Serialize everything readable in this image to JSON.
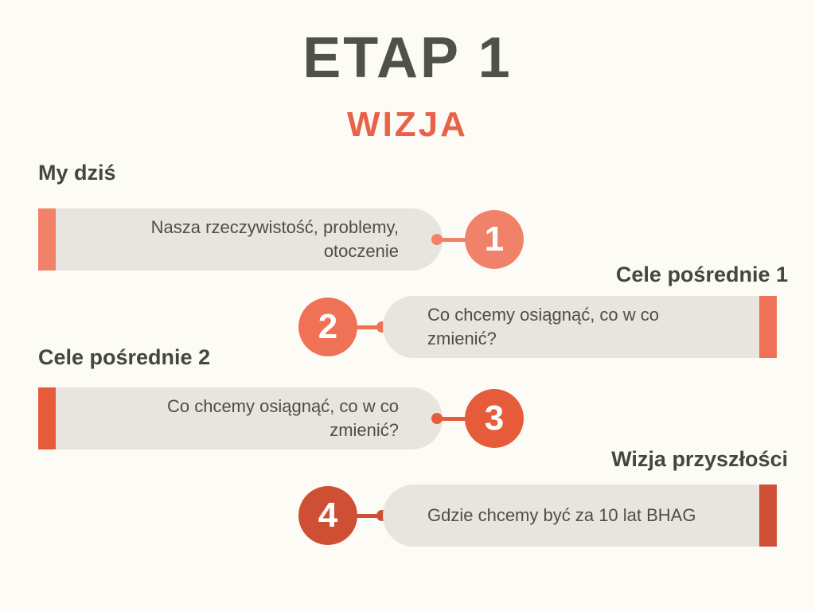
{
  "title": "ETAP 1",
  "subtitle": "WIZJA",
  "colors": {
    "background": "#FDFBF6",
    "title_text": "#50524A",
    "subtitle_text": "#E96248",
    "label_text": "#44473F",
    "bar_background": "#E8E4E0",
    "bar_text": "#4C4F45",
    "number_text": "#FFFFFF"
  },
  "steps": [
    {
      "number": "1",
      "label": "My dziś",
      "text": "Nasza rzeczywistość, problemy, otoczenie",
      "side": "left",
      "accent": "#F1826A"
    },
    {
      "number": "2",
      "label": "Cele pośrednie 1",
      "text": "Co chcemy osiągnąć, co w co zmienić?",
      "side": "right",
      "accent": "#EF7257"
    },
    {
      "number": "3",
      "label": "Cele pośrednie 2",
      "text": "Co chcemy osiągnąć, co w co zmienić?",
      "side": "left",
      "accent": "#E65C3B"
    },
    {
      "number": "4",
      "label": "Wizja przyszłości",
      "text": "Gdzie chcemy być za 10 lat BHAG",
      "side": "right",
      "accent": "#CE4F33"
    }
  ]
}
